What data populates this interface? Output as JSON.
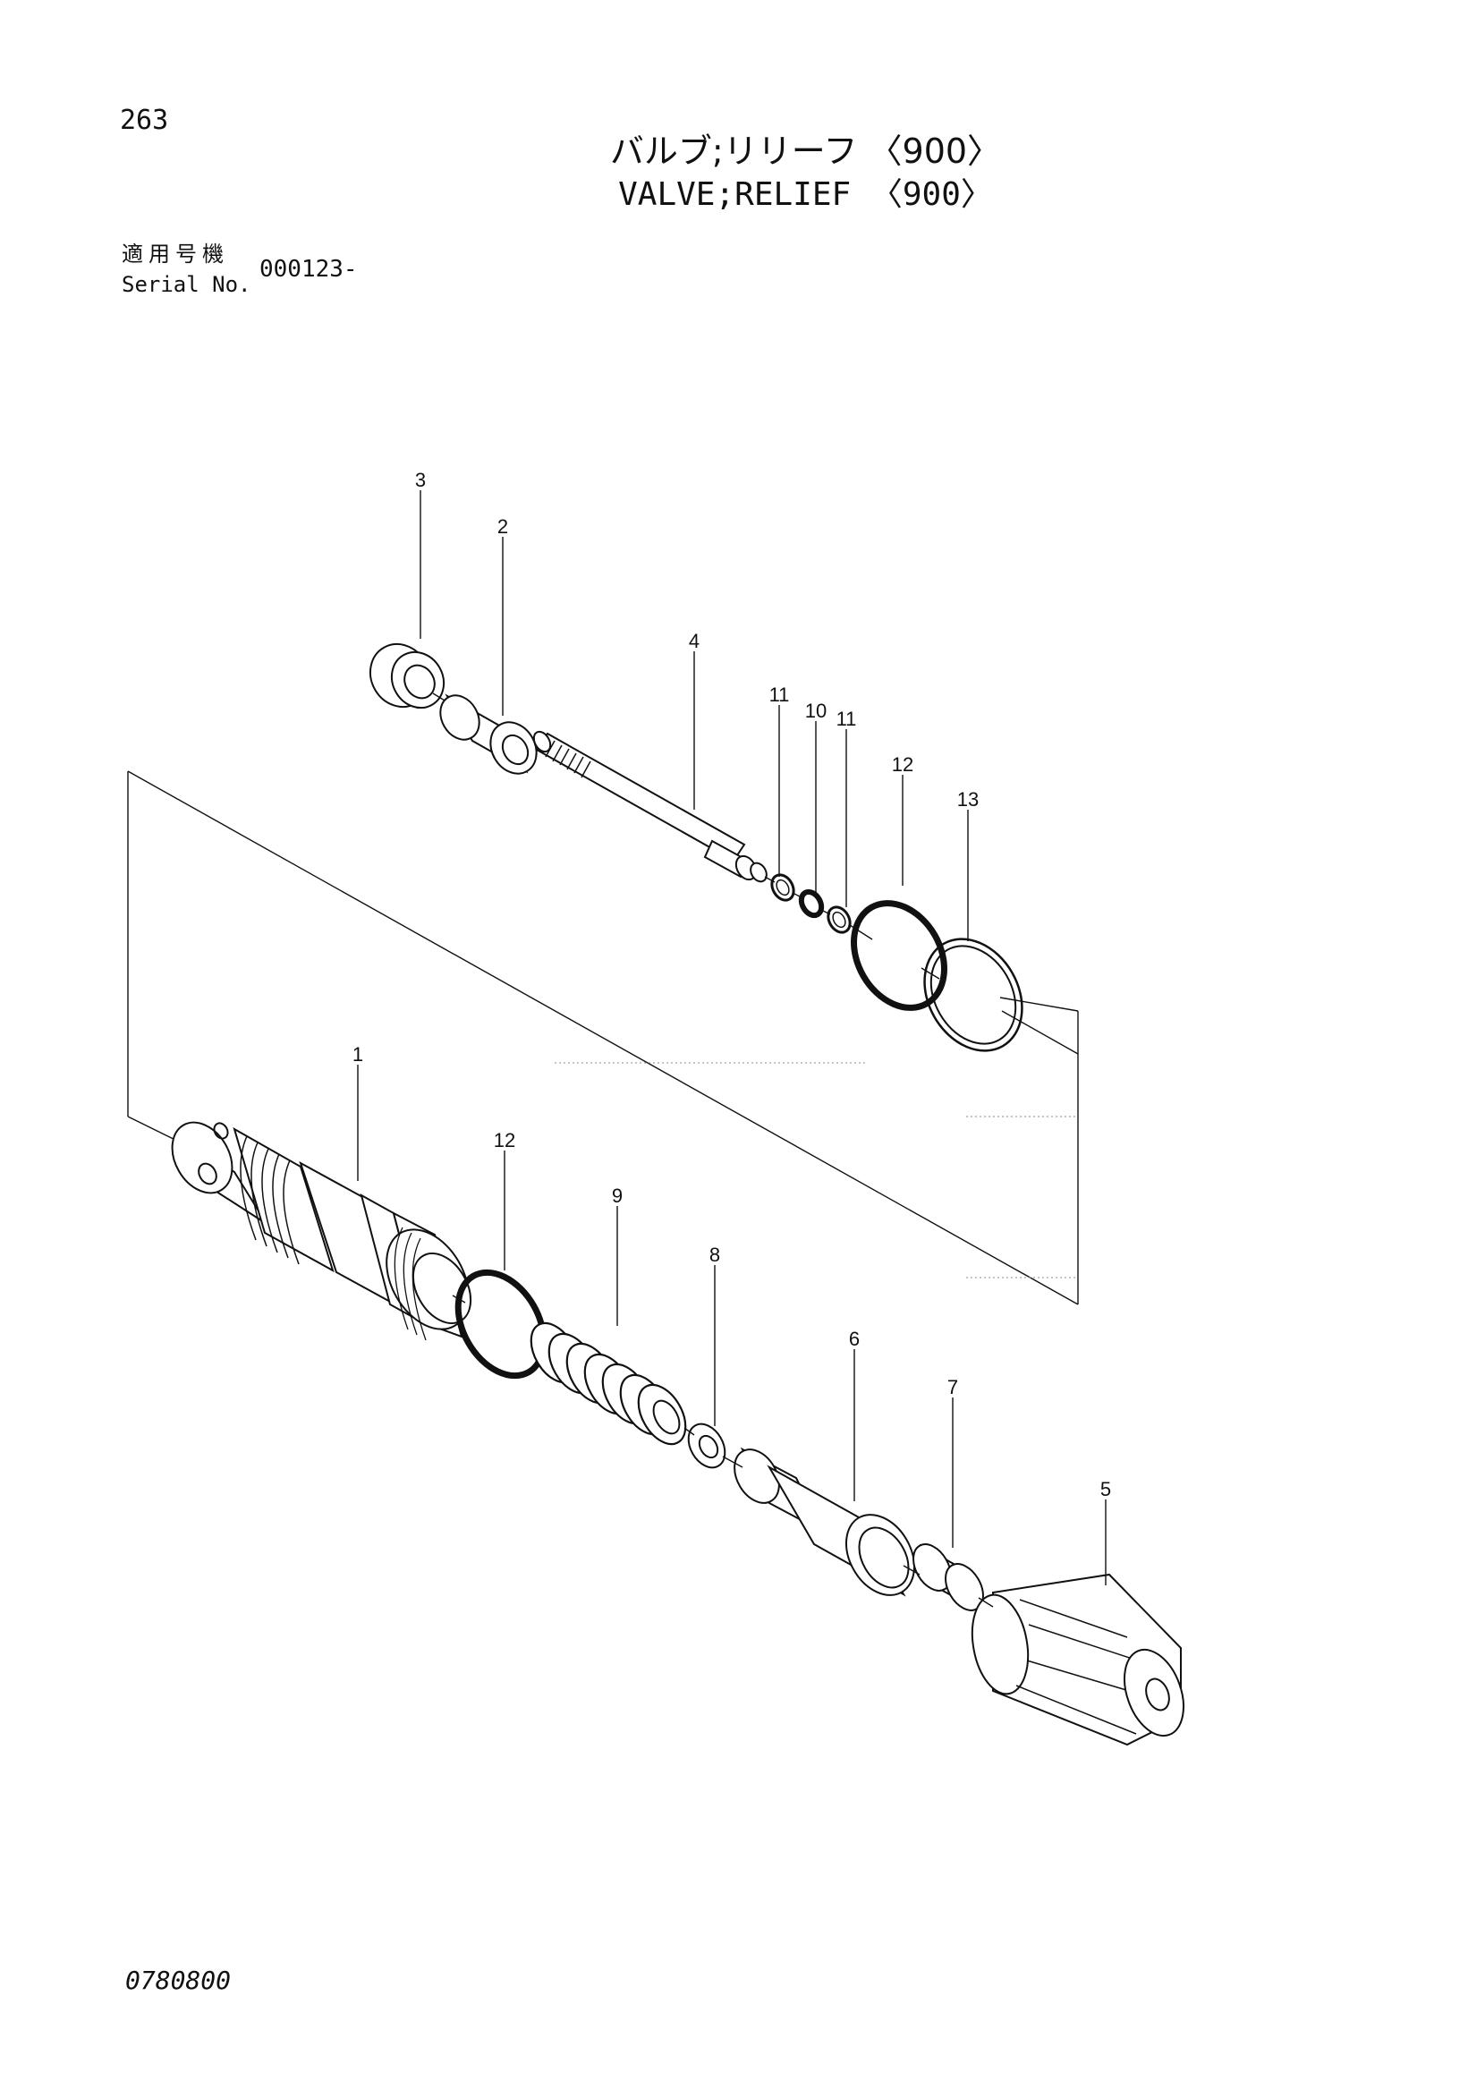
{
  "header": {
    "page_number": "263",
    "title_jp": "バルブ;リリーフ 〈900〉",
    "title_en": "VALVE;RELIEF 〈900〉"
  },
  "serial": {
    "label_jp": "適用号機",
    "label_en": "Serial No.",
    "value": "000123-"
  },
  "footer": {
    "drawing_code": "0780800"
  },
  "callouts": [
    {
      "id": "c3",
      "label": "3"
    },
    {
      "id": "c2",
      "label": "2"
    },
    {
      "id": "c4",
      "label": "4"
    },
    {
      "id": "c11a",
      "label": "11"
    },
    {
      "id": "c10",
      "label": "10"
    },
    {
      "id": "c11b",
      "label": "11"
    },
    {
      "id": "c12a",
      "label": "12"
    },
    {
      "id": "c13",
      "label": "13"
    },
    {
      "id": "c1",
      "label": "1"
    },
    {
      "id": "c12b",
      "label": "12"
    },
    {
      "id": "c9",
      "label": "9"
    },
    {
      "id": "c8",
      "label": "8"
    },
    {
      "id": "c6",
      "label": "6"
    },
    {
      "id": "c7",
      "label": "7"
    },
    {
      "id": "c5",
      "label": "5"
    }
  ]
}
